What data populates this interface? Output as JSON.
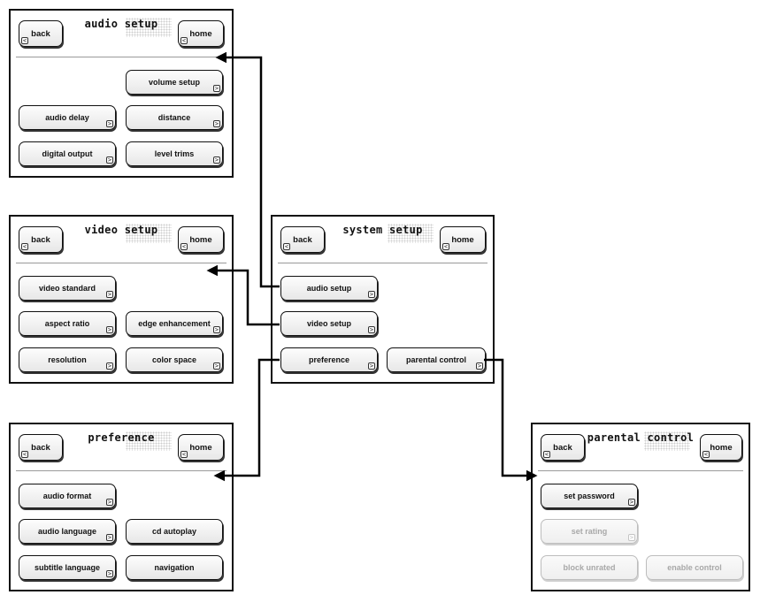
{
  "nav": {
    "back": "back",
    "home": "home"
  },
  "glyphs": {
    "next": ">",
    "prev": "<"
  },
  "panels": {
    "audio": {
      "title": "audio setup",
      "buttons": [
        "volume setup",
        "audio delay",
        "distance",
        "digital output",
        "level trims"
      ]
    },
    "video": {
      "title": "video setup",
      "buttons": [
        "video standard",
        "aspect ratio",
        "edge enhancement",
        "resolution",
        "color space"
      ]
    },
    "preference": {
      "title": "preference",
      "buttons": [
        "audio format",
        "audio language",
        "cd autoplay",
        "subtitle language",
        "navigation"
      ]
    },
    "system": {
      "title": "system setup",
      "buttons": [
        "audio setup",
        "video setup",
        "preference",
        "parental control"
      ]
    },
    "parental": {
      "title": "parental control",
      "buttons": [
        "set password",
        "set rating",
        "block unrated",
        "enable control"
      ],
      "disabled": [
        false,
        true,
        true,
        true
      ]
    }
  },
  "colors": {
    "line": "#000000",
    "disabled": "#a8a8a8"
  }
}
